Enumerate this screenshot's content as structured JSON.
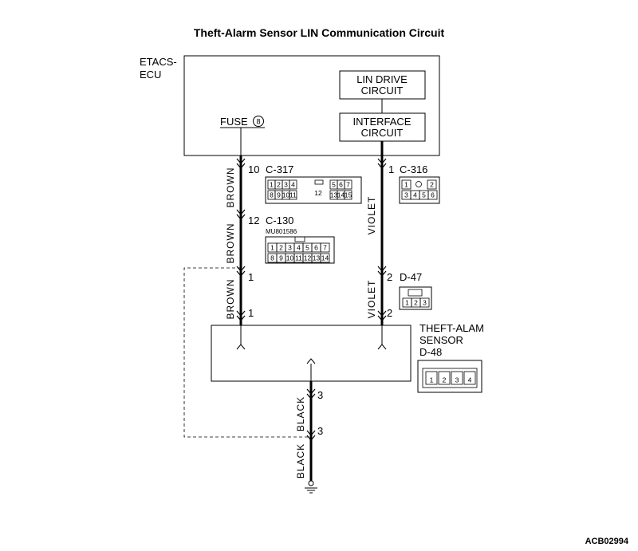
{
  "title": "Theft-Alarm Sensor LIN Communication Circuit",
  "ecu": {
    "label_line1": "ETACS-",
    "label_line2": "ECU",
    "lin_drive_line1": "LIN DRIVE",
    "lin_drive_line2": "CIRCUIT",
    "interface_line1": "INTERFACE",
    "interface_line2": "CIRCUIT",
    "fuse_label": "FUSE",
    "fuse_number": "8"
  },
  "wires": {
    "brown": "BROWN",
    "violet": "VIOLET",
    "black": "BLACK"
  },
  "connectors": {
    "c317": {
      "pin": "10",
      "name": "C-317",
      "row1": [
        "1",
        "2",
        "3",
        "4",
        "5",
        "6",
        "7"
      ],
      "row2": [
        "8",
        "9",
        "10",
        "11",
        "13",
        "14",
        "15"
      ],
      "center": "12"
    },
    "c316": {
      "pin": "1",
      "name": "C-316",
      "row1": [
        "1",
        "2"
      ],
      "row2": [
        "3",
        "4",
        "5",
        "6"
      ]
    },
    "c130": {
      "pin": "12",
      "name": "C-130",
      "part": "MU801586",
      "row1": [
        "1",
        "2",
        "3",
        "4",
        "5",
        "6",
        "7"
      ],
      "row2": [
        "8",
        "9",
        "10",
        "11",
        "12",
        "13",
        "14"
      ]
    },
    "d47": {
      "pin_violet_top": "2",
      "pin_violet_bottom": "2",
      "name": "D-47",
      "pin_brown_top": "1",
      "pin_brown_bottom": "1",
      "pins": [
        "1",
        "2",
        "3"
      ]
    },
    "d48": {
      "pin_black_top": "3",
      "pin_black_bottom": "3",
      "pins": [
        "1",
        "2",
        "3",
        "4"
      ]
    }
  },
  "sensor": {
    "label_line1": "THEFT-ALAM",
    "label_line2": "SENSOR",
    "label_line3": "D-48"
  },
  "figure_code": "ACB02994"
}
